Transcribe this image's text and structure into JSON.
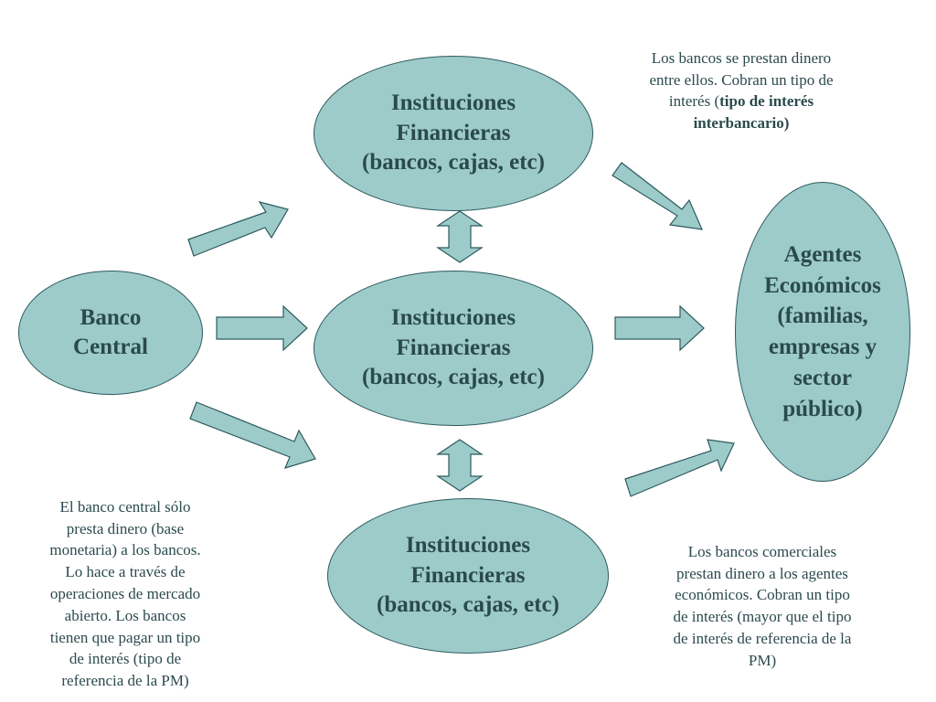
{
  "nodes": {
    "banco_central": "Banco\nCentral",
    "inst_top": "Instituciones\nFinancieras\n(bancos, cajas, etc)",
    "inst_mid": "Instituciones\nFinancieras\n(bancos, cajas, etc)",
    "inst_bottom": "Instituciones\nFinancieras\n(bancos, cajas, etc)",
    "agentes": "Agentes\nEconómicos\n(familias,\nempresas y\nsector\npúblico)"
  },
  "notes": {
    "interbank_pre": "Los bancos se prestan dinero\nentre ellos. Cobran un tipo de\ninterés (",
    "interbank_bold": "tipo de interés\ninterbancario",
    "interbank_post": ")",
    "central_bank": "El banco central sólo\npresta dinero (base\nmonetaria) a los bancos.\nLo hace a través de\noperaciones de mercado\nabierto. Los bancos\ntienen que pagar un tipo\nde interés (tipo de\nreferencia de la PM)",
    "commercial": "Los bancos comerciales\nprestan dinero a los agentes\neconómicos. Cobran un tipo\nde interés (mayor que el tipo\nde interés de referencia de la\nPM)"
  },
  "colors": {
    "node_fill": "#9ccbca",
    "node_border": "#2e5a5d",
    "text": "#2b4a4d"
  }
}
